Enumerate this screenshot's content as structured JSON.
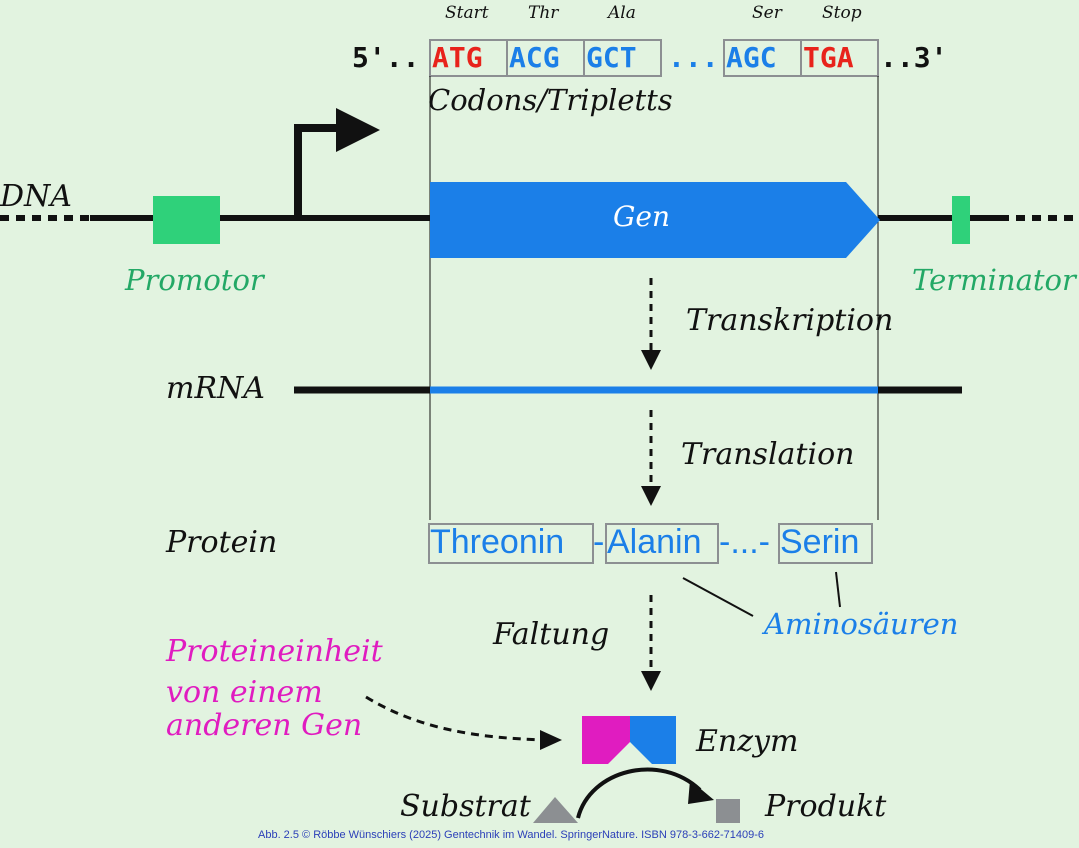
{
  "colors": {
    "background": "#e2f3e0",
    "gene_blue": "#1b7fe8",
    "promoter_green": "#2fd17a",
    "stop_red": "#e8231b",
    "magenta": "#e01cc0",
    "grey": "#8c8f92",
    "black": "#111111",
    "credit_blue": "#2a3fb8"
  },
  "codon_labels": {
    "start": "Start",
    "thr": "Thr",
    "ala": "Ala",
    "ser": "Ser",
    "stop": "Stop"
  },
  "sequence": {
    "five_prime": "5'..",
    "atg": "ATG",
    "acg": "ACG",
    "gct": "GCT",
    "gap": "...",
    "agc": "AGC",
    "tga": "TGA",
    "three_prime": "..3'"
  },
  "codons_label": "Codons/Tripletts",
  "dna_label": "DNA",
  "gene_label": "Gen",
  "promoter_label": "Promotor",
  "terminator_label": "Terminator",
  "transcription_label": "Transkription",
  "mrna_label": "mRNA",
  "translation_label": "Translation",
  "protein_label": "Protein",
  "protein_chain": {
    "threonin": "Threonin",
    "sep1": "-",
    "alanin": "Alanin",
    "sep2": "-...-",
    "serin": "Serin"
  },
  "amino_acids_label": "Aminosäuren",
  "folding_label": "Faltung",
  "subunit_label": [
    "Proteineinheit",
    "von einem",
    "anderen Gen"
  ],
  "enzyme_label": "Enzym",
  "substrate_label": "Substrat",
  "product_label": "Produkt",
  "credit": "Abb. 2.5 © Röbbe Wünschiers (2025) Gentechnik im Wandel. SpringerNature. ISBN 978-3-662-71409-6"
}
